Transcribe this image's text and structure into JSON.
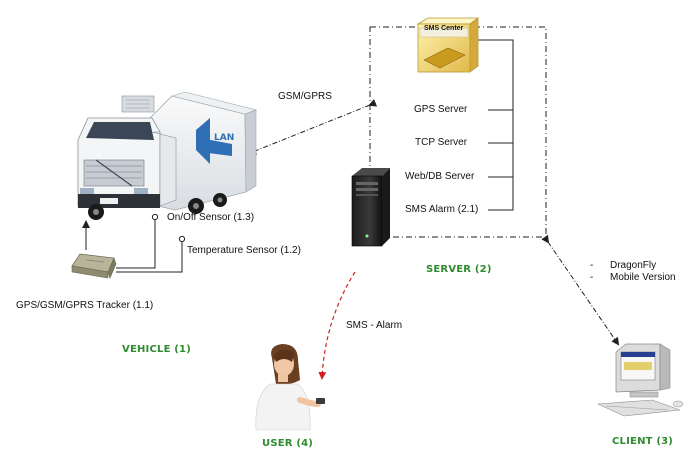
{
  "diagram": {
    "connections": {
      "gsm_gprs": "GSM/GPRS",
      "sms_alarm": "SMS - Alarm"
    },
    "server": {
      "sms_center": "SMS Center",
      "components": [
        "GPS Server",
        "TCP Server",
        "Web/DB Server",
        "SMS Alarm (2.1)"
      ],
      "label": "SERVER (2)"
    },
    "vehicle": {
      "tracker": "GPS/GSM/GPRS Tracker (1.1)",
      "sensors": [
        "On/Off Sensor (1.3)",
        "Temperature Sensor (1.2)"
      ],
      "label": "VEHICLE (1)"
    },
    "client": {
      "items": [
        "DragonFly",
        "Mobile Version"
      ],
      "label": "CLIENT (3)"
    },
    "user": {
      "label": "USER (4)"
    }
  },
  "colors": {
    "group_label": "#2e8b2e",
    "alarm_arrow": "#d62020",
    "connector": "#222222"
  }
}
